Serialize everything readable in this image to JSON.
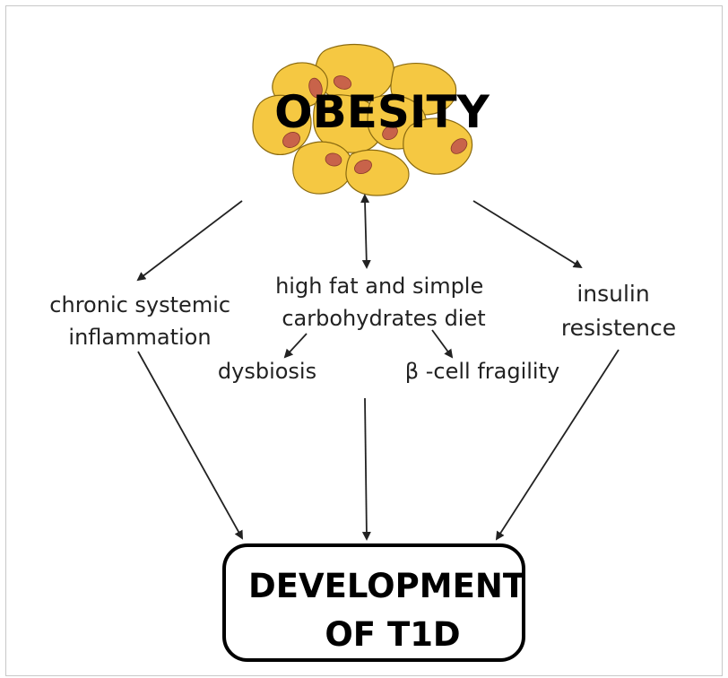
{
  "diagram": {
    "top": {
      "label": "OBESITY",
      "icon": "fat-cells-cluster",
      "cell_fill": "#f5c842",
      "nucleus_fill": "#c8634a"
    },
    "left": {
      "line1": "chronic systemic",
      "line2": "inflammation"
    },
    "center": {
      "line1": "high fat and simple",
      "line2": "carbohydrates diet"
    },
    "right": {
      "line1": "insulin",
      "line2": "resistence"
    },
    "sub_left": "dysbiosis",
    "sub_right": "β -cell fragility",
    "outcome": {
      "line1": "DEVELOPMENT",
      "line2": "OF T1D"
    }
  }
}
